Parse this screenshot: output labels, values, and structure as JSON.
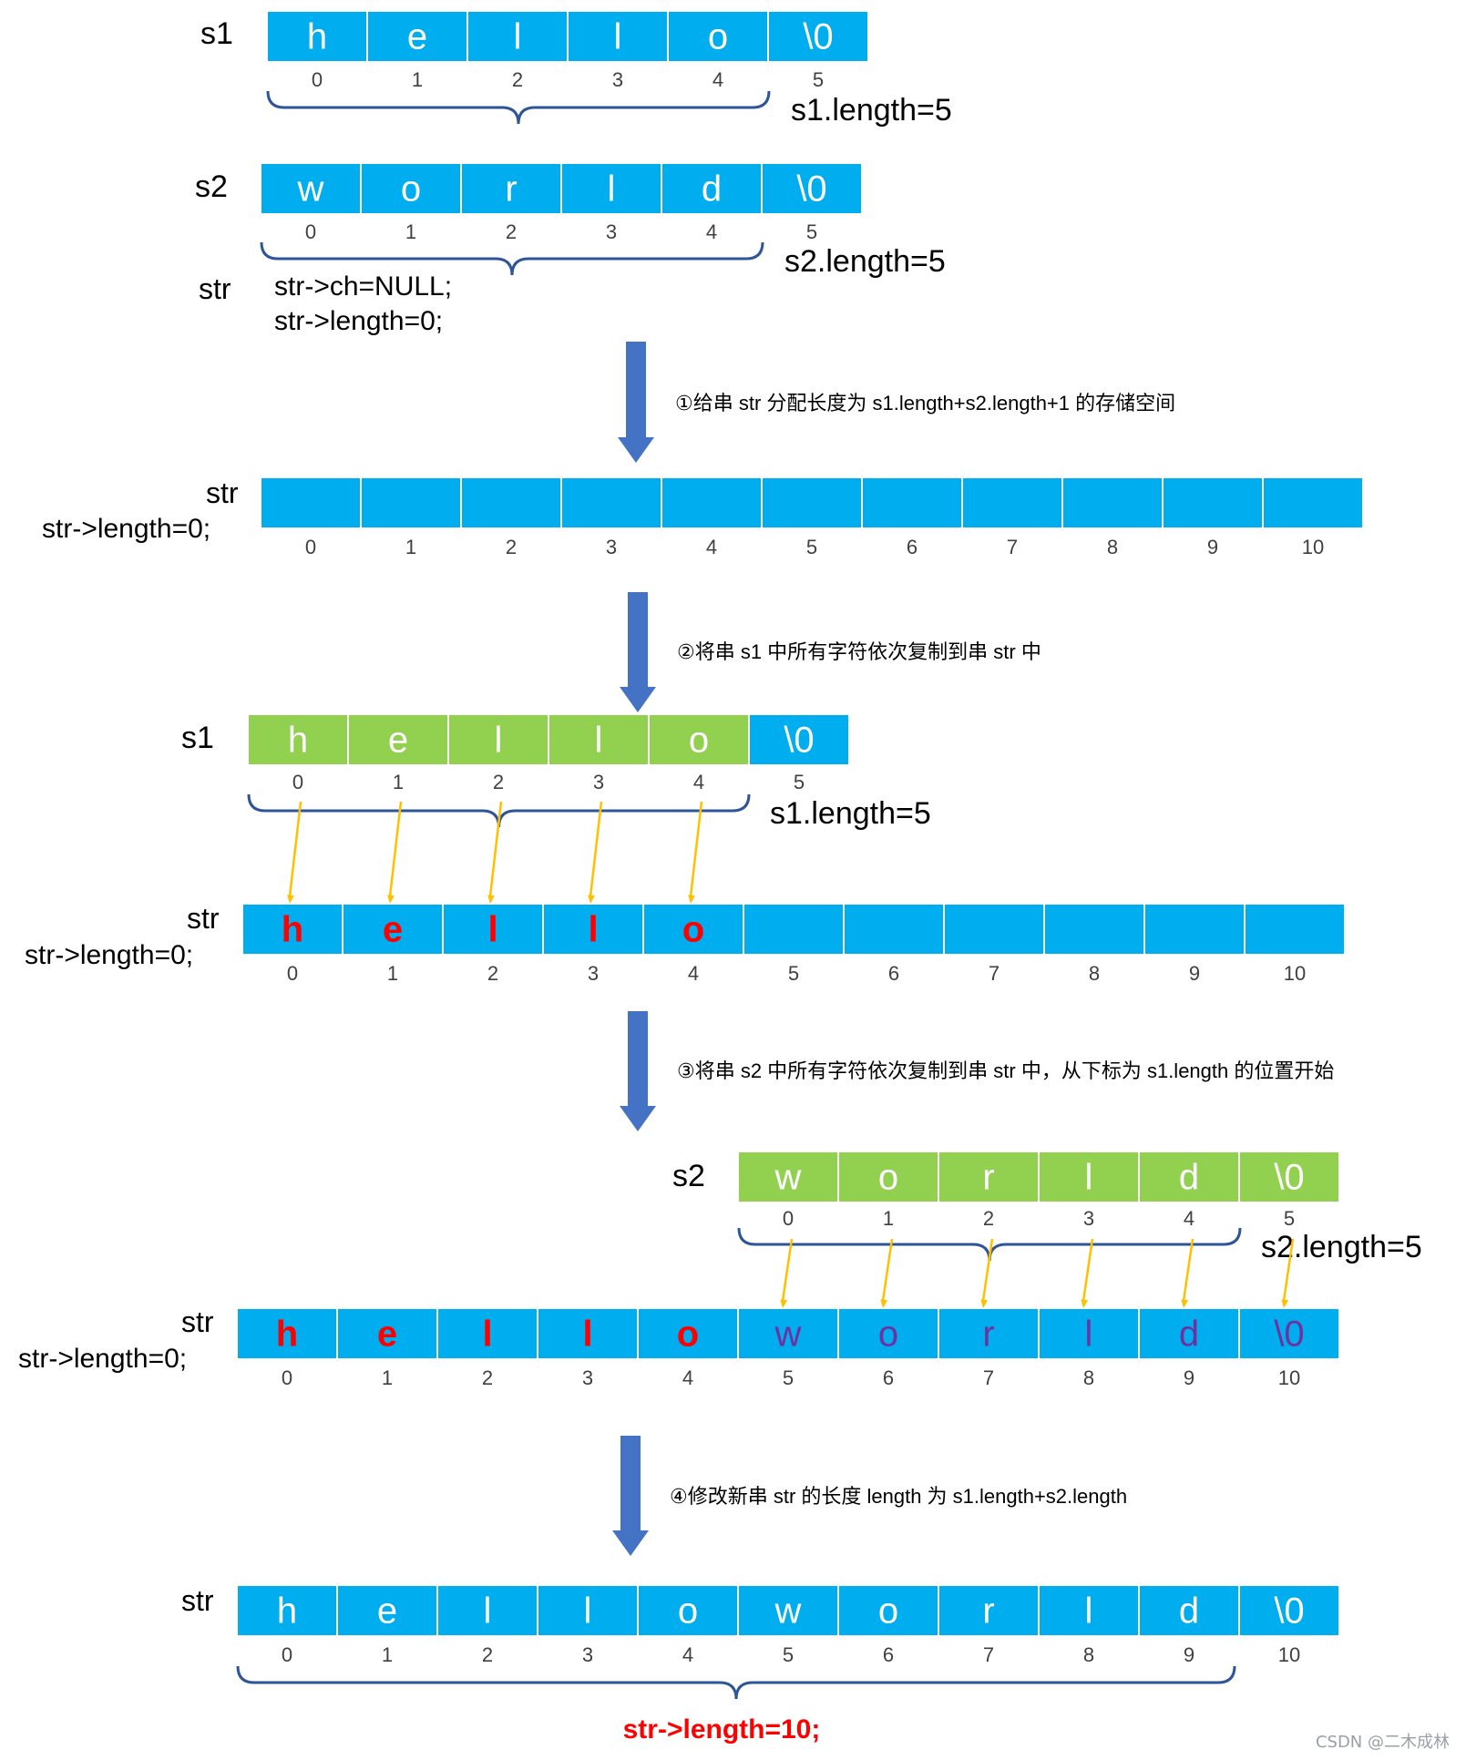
{
  "colors": {
    "cell_blue": "#00adef",
    "cell_green": "#92d050",
    "cell_text_white": "#ffffff",
    "copied_s1_text": "#ff0000",
    "copied_s2_text": "#7030a0",
    "step_arrow": "#4472c4",
    "copy_arrow": "#ffc000",
    "brace": "#2e5597",
    "result_label": "#ff0000",
    "label_text": "#000000",
    "index_text": "#404040"
  },
  "initial": {
    "s1": {
      "label": "s1",
      "chars": [
        "h",
        "e",
        "l",
        "l",
        "o",
        "\\0"
      ],
      "indices": [
        "0",
        "1",
        "2",
        "3",
        "4",
        "5"
      ],
      "length_label": "s1.length=5"
    },
    "s2": {
      "label": "s2",
      "chars": [
        "w",
        "o",
        "r",
        "l",
        "d",
        "\\0"
      ],
      "indices": [
        "0",
        "1",
        "2",
        "3",
        "4",
        "5"
      ],
      "length_label": "s2.length=5"
    },
    "str": {
      "label": "str",
      "code": [
        "str->ch=NULL;",
        "str->length=0;"
      ]
    }
  },
  "steps": [
    {
      "text": "①给串 str 分配长度为 s1.length+s2.length+1 的存储空间"
    },
    {
      "text": "②将串 s1 中所有字符依次复制到串 str 中"
    },
    {
      "text": "③将串 s2 中所有字符依次复制到串 str 中，从下标为 s1.length 的位置开始"
    },
    {
      "text": "④修改新串 str 的长度 length 为 s1.length+s2.length"
    }
  ],
  "stage1": {
    "label": "str",
    "length_label": "str->length=0;",
    "chars": [
      "",
      "",
      "",
      "",
      "",
      "",
      "",
      "",
      "",
      "",
      ""
    ],
    "indices": [
      "0",
      "1",
      "2",
      "3",
      "4",
      "5",
      "6",
      "7",
      "8",
      "9",
      "10"
    ]
  },
  "stage2": {
    "s1": {
      "label": "s1",
      "chars": [
        "h",
        "e",
        "l",
        "l",
        "o",
        "\\0"
      ],
      "indices": [
        "0",
        "1",
        "2",
        "3",
        "4",
        "5"
      ],
      "length_label": "s1.length=5"
    },
    "str": {
      "label": "str",
      "length_label": "str->length=0;",
      "chars": [
        "h",
        "e",
        "l",
        "l",
        "o",
        "",
        "",
        "",
        "",
        "",
        ""
      ],
      "indices": [
        "0",
        "1",
        "2",
        "3",
        "4",
        "5",
        "6",
        "7",
        "8",
        "9",
        "10"
      ]
    }
  },
  "stage3": {
    "s2": {
      "label": "s2",
      "chars": [
        "w",
        "o",
        "r",
        "l",
        "d",
        "\\0"
      ],
      "indices": [
        "0",
        "1",
        "2",
        "3",
        "4",
        "5"
      ],
      "length_label": "s2.length=5"
    },
    "str": {
      "label": "str",
      "length_label": "str->length=0;",
      "chars": [
        "h",
        "e",
        "l",
        "l",
        "o",
        "w",
        "o",
        "r",
        "l",
        "d",
        "\\0"
      ],
      "indices": [
        "0",
        "1",
        "2",
        "3",
        "4",
        "5",
        "6",
        "7",
        "8",
        "9",
        "10"
      ]
    }
  },
  "final": {
    "label": "str",
    "chars": [
      "h",
      "e",
      "l",
      "l",
      "o",
      "w",
      "o",
      "r",
      "l",
      "d",
      "\\0"
    ],
    "indices": [
      "0",
      "1",
      "2",
      "3",
      "4",
      "5",
      "6",
      "7",
      "8",
      "9",
      "10"
    ],
    "length_label": "str->length=10;"
  },
  "watermark": "CSDN @二木成林"
}
